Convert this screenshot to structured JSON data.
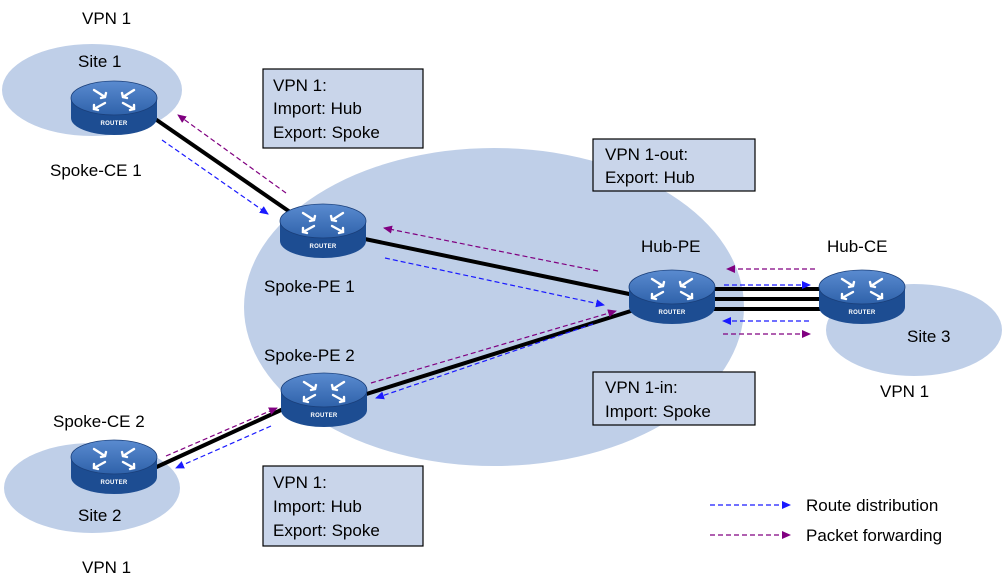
{
  "colors": {
    "cloud": "#bfcfe8",
    "box_fill": "#c9d5ea",
    "router_top": "#3b6fb6",
    "router_side": "#1d4d92",
    "route_arrow": "#1a1aff",
    "packet_arrow": "#800080",
    "link": "#000000"
  },
  "icons": {
    "router": "router-icon"
  },
  "clouds": {
    "site1": {
      "vpn": "VPN 1",
      "site": "Site 1"
    },
    "site2": {
      "vpn": "VPN 1",
      "site": "Site 2"
    },
    "site3": {
      "vpn": "VPN 1",
      "site": "Site 3"
    }
  },
  "devices": {
    "spoke_ce1": {
      "name": "Spoke-CE 1",
      "badge": "ROUTER"
    },
    "spoke_ce2": {
      "name": "Spoke-CE 2",
      "badge": "ROUTER"
    },
    "spoke_pe1": {
      "name": "Spoke-PE 1",
      "badge": "ROUTER"
    },
    "spoke_pe2": {
      "name": "Spoke-PE 2",
      "badge": "ROUTER"
    },
    "hub_pe": {
      "name": "Hub-PE",
      "badge": "ROUTER"
    },
    "hub_ce": {
      "name": "Hub-CE",
      "badge": "ROUTER"
    }
  },
  "boxes": {
    "pe1": {
      "line1": "VPN 1:",
      "line2": "Import: Hub",
      "line3": "Export: Spoke"
    },
    "pe2": {
      "line1": "VPN 1:",
      "line2": "Import: Hub",
      "line3": "Export: Spoke"
    },
    "out": {
      "line1": "VPN 1-out:",
      "line2": "Export: Hub"
    },
    "in": {
      "line1": "VPN 1-in:",
      "line2": "Import: Spoke"
    }
  },
  "legend": {
    "route": "Route distribution",
    "packet": "Packet forwarding"
  }
}
